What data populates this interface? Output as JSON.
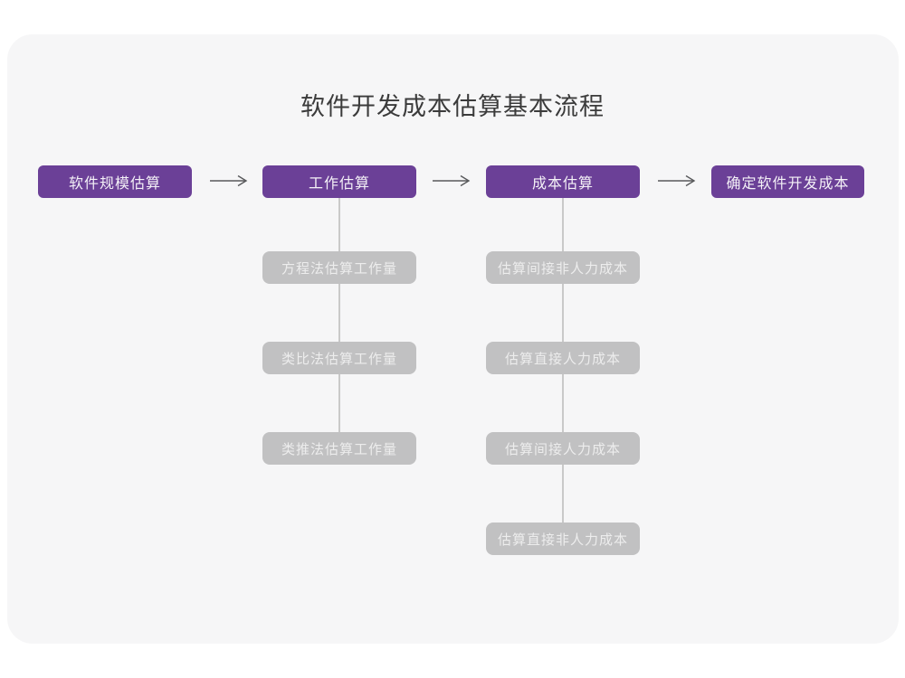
{
  "title": "软件开发成本估算基本流程",
  "colors": {
    "card_background": "#F6F6F7",
    "stage_box": "#6B4097",
    "substep_box": "#C1C1C2",
    "arrow": "#58595B",
    "connector_line": "#C9C9C9",
    "title_text": "#3B3B3B"
  },
  "flow": {
    "stages": [
      {
        "label": "软件规模估算",
        "substeps": []
      },
      {
        "label": "工作估算",
        "substeps": [
          "方程法估算工作量",
          "类比法估算工作量",
          "类推法估算工作量"
        ]
      },
      {
        "label": "成本估算",
        "substeps": [
          "估算间接非人力成本",
          "估算直接人力成本",
          "估算间接人力成本",
          "估算直接非人力成本"
        ]
      },
      {
        "label": "确定软件开发成本",
        "substeps": []
      }
    ]
  }
}
